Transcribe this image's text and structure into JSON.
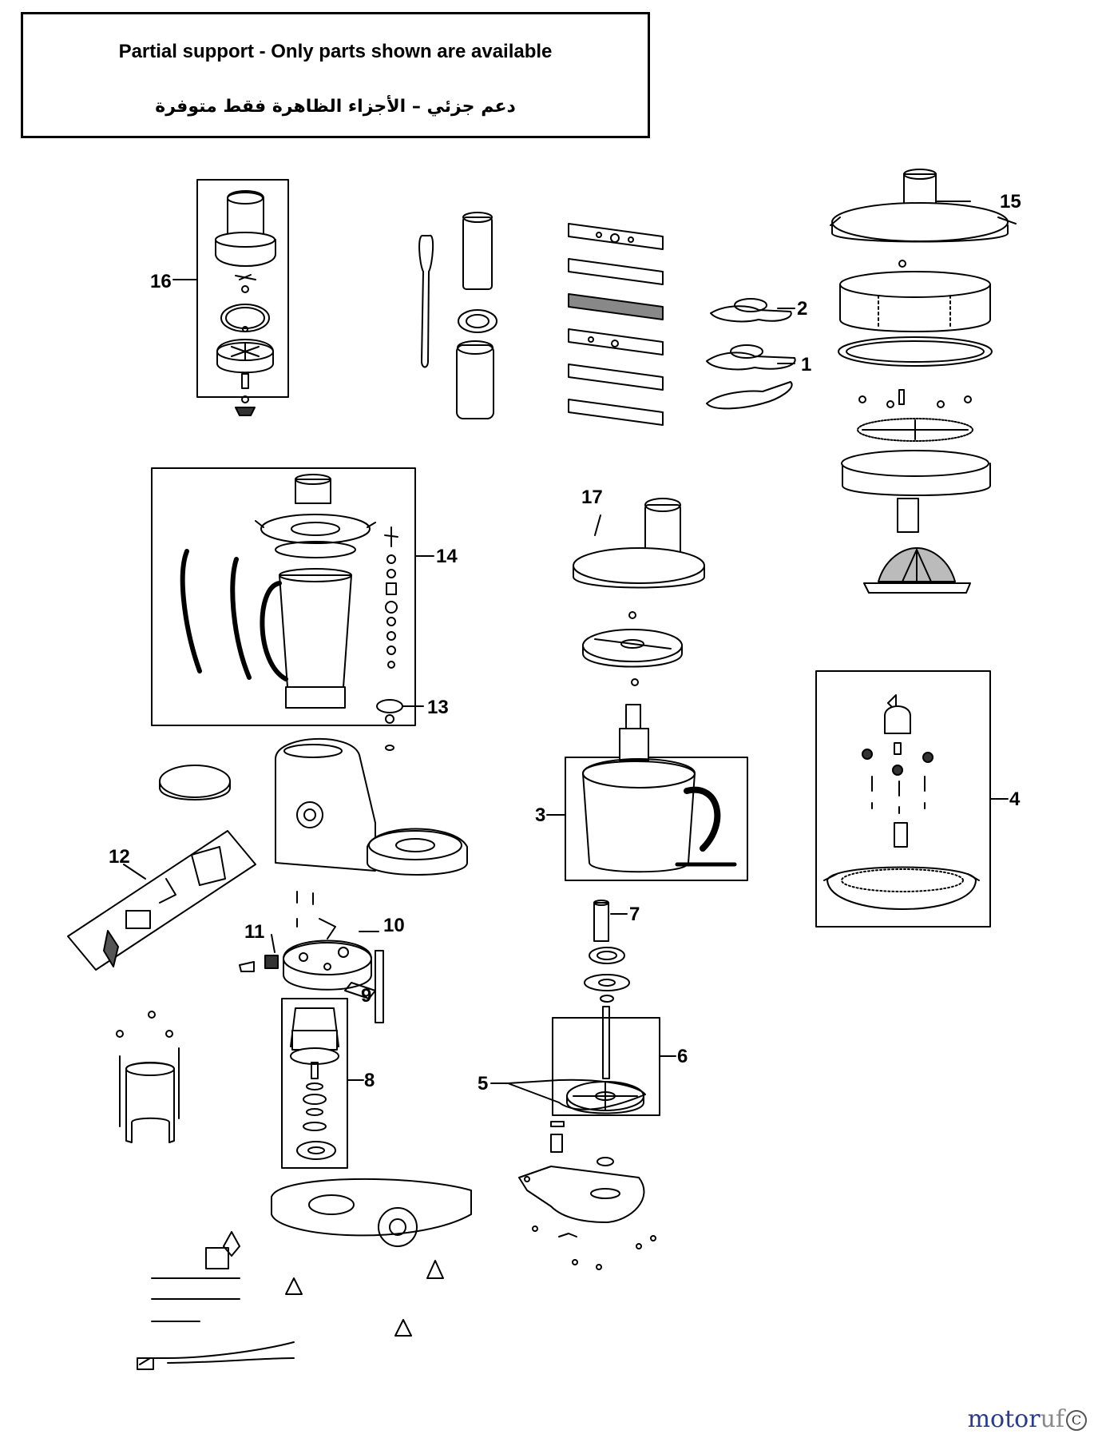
{
  "notice": {
    "english": "Partial support - Only parts shown are available",
    "arabic": "دعم جزئي – الأجزاء الظاهرة فقط متوفرة"
  },
  "callouts": [
    {
      "id": "c1",
      "label": "1"
    },
    {
      "id": "c2",
      "label": "2"
    },
    {
      "id": "c3",
      "label": "3"
    },
    {
      "id": "c4",
      "label": "4"
    },
    {
      "id": "c5",
      "label": "5"
    },
    {
      "id": "c6",
      "label": "6"
    },
    {
      "id": "c7",
      "label": "7"
    },
    {
      "id": "c8",
      "label": "8"
    },
    {
      "id": "c9",
      "label": "9"
    },
    {
      "id": "c10",
      "label": "10"
    },
    {
      "id": "c11",
      "label": "11"
    },
    {
      "id": "c12",
      "label": "12"
    },
    {
      "id": "c13",
      "label": "13"
    },
    {
      "id": "c14",
      "label": "14"
    },
    {
      "id": "c15",
      "label": "15"
    },
    {
      "id": "c16",
      "label": "16"
    },
    {
      "id": "c17",
      "label": "17"
    }
  ],
  "watermark": {
    "part1": "motor",
    "part2": "uf",
    "mark": "C"
  }
}
